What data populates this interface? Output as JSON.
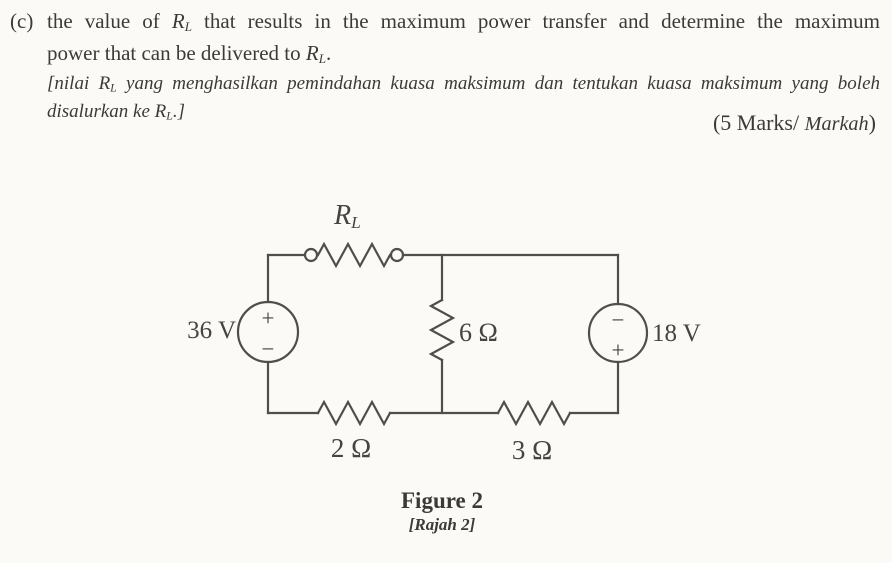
{
  "page": {
    "background": "#fbfaf7",
    "ink_color": "#3b3a36",
    "stroke_color": "#504e49"
  },
  "question": {
    "item_label": "(c)",
    "en_line1_pre": "the value of ",
    "en_line1_post": " that results in the maximum power transfer and determine the maximum",
    "en_line2_pre": "power that can be delivered to ",
    "en_line2_post": ".",
    "ms_line1_pre": "[nilai ",
    "ms_line1_post": " yang menghasilkan pemindahan kuasa maksimum dan tentukan kuasa maksimum yang boleh",
    "ms_line2_pre": "disalurkan ke ",
    "ms_line2_post": ".]",
    "symbol_base": "R",
    "symbol_sub": "L",
    "marks_pre": "(5 Marks/ ",
    "marks_italic": "Markah",
    "marks_post": ")"
  },
  "figure": {
    "caption_title": "Figure 2",
    "caption_sub": "[Rajah 2]",
    "load_resistor_base": "R",
    "load_resistor_sub": "L",
    "labels": {
      "left_source": "36 V",
      "right_source": "18 V",
      "middle_resistor": "6 Ω",
      "bottom_left_resistor": "2 Ω",
      "bottom_right_resistor": "3 Ω"
    },
    "left_source_polarity": {
      "top": "+",
      "bottom": "−"
    },
    "right_source_polarity": {
      "top": "−",
      "bottom": "+"
    }
  }
}
